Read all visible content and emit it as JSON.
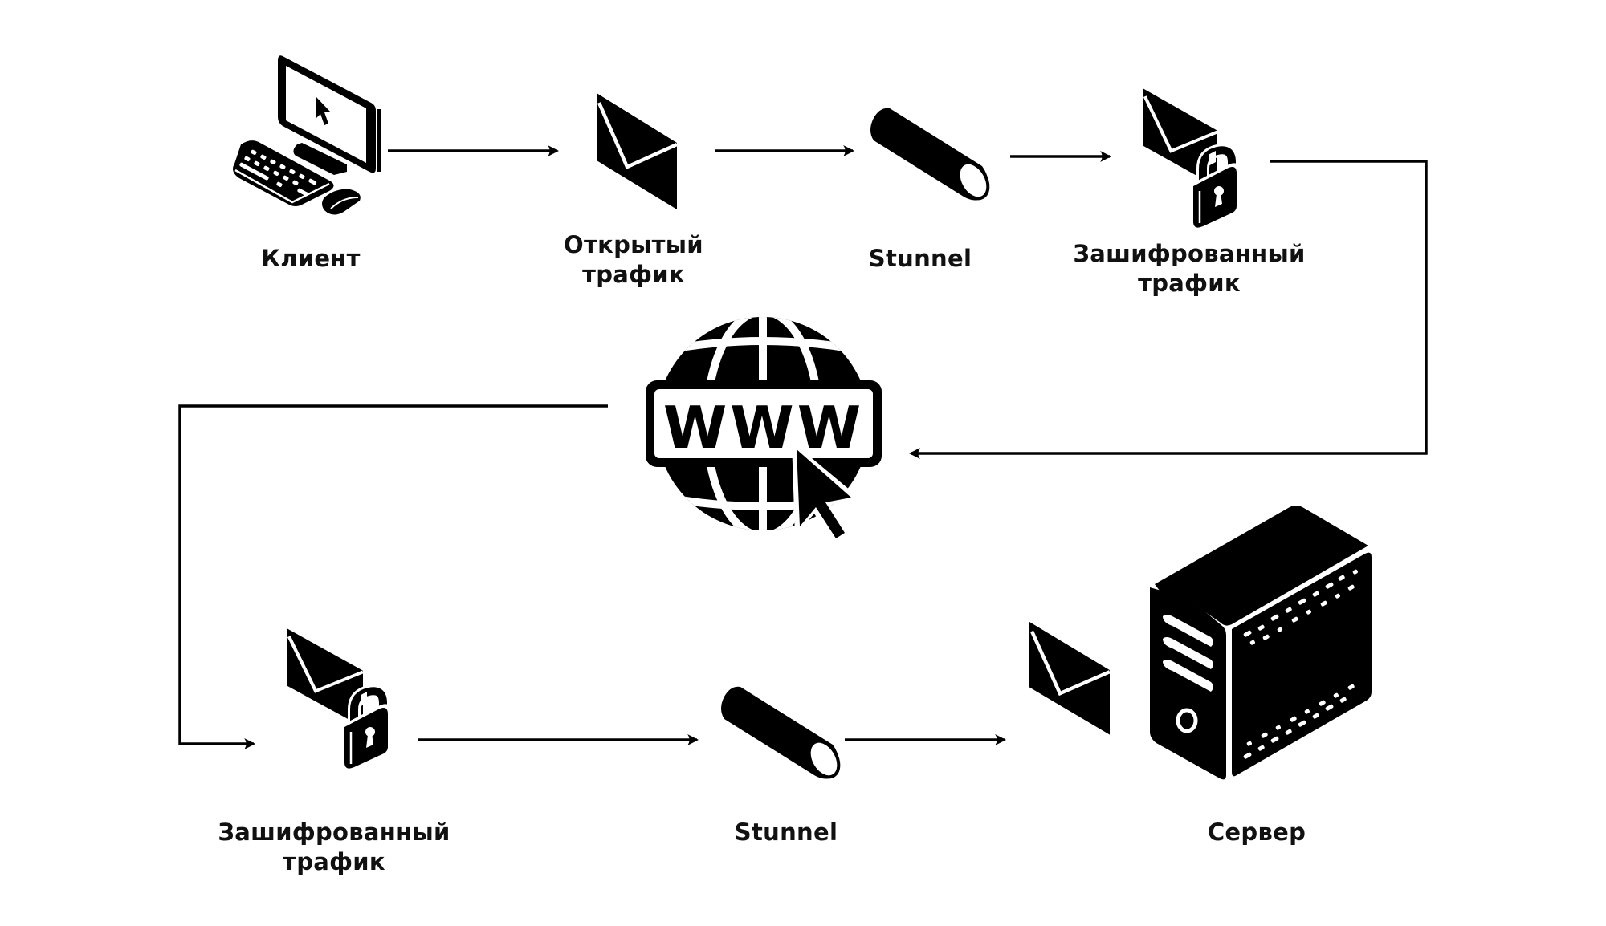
{
  "diagram": {
    "type": "network-flow",
    "colors": {
      "foreground": "#000000",
      "background": "#ffffff"
    },
    "nodes": [
      {
        "id": "client",
        "icon": "desktop-computer-icon",
        "label_lines": [
          "Клиент"
        ]
      },
      {
        "id": "open-traffic",
        "icon": "envelope-icon",
        "label_lines": [
          "Открытый",
          "трафик"
        ]
      },
      {
        "id": "stunnel-1",
        "icon": "tunnel-pipe-icon",
        "label_lines": [
          "Stunnel"
        ]
      },
      {
        "id": "encrypted-traffic-1",
        "icon": "locked-envelope-icon",
        "label_lines": [
          "Зашифрованный",
          "трафик"
        ]
      },
      {
        "id": "internet",
        "icon": "www-globe-icon",
        "label_lines": [],
        "icon_text": "WWW"
      },
      {
        "id": "encrypted-traffic-2",
        "icon": "locked-envelope-icon",
        "label_lines": [
          "Зашифрованный",
          "трафик"
        ]
      },
      {
        "id": "stunnel-2",
        "icon": "tunnel-pipe-icon",
        "label_lines": [
          "Stunnel"
        ]
      },
      {
        "id": "plain-envelope",
        "icon": "envelope-icon",
        "label_lines": []
      },
      {
        "id": "server",
        "icon": "server-tower-icon",
        "label_lines": [
          "Сервер"
        ]
      }
    ],
    "edges": [
      {
        "from": "client",
        "to": "open-traffic"
      },
      {
        "from": "open-traffic",
        "to": "stunnel-1"
      },
      {
        "from": "stunnel-1",
        "to": "encrypted-traffic-1"
      },
      {
        "from": "encrypted-traffic-1",
        "to": "internet"
      },
      {
        "from": "internet",
        "to": "encrypted-traffic-2"
      },
      {
        "from": "encrypted-traffic-2",
        "to": "stunnel-2"
      },
      {
        "from": "stunnel-2",
        "to": "plain-envelope"
      }
    ]
  },
  "labels": {
    "client": "Клиент",
    "open_traffic_1": "Открытый",
    "open_traffic_2": "трафик",
    "stunnel_top": "Stunnel",
    "encrypted_top_1": "Зашифрованный",
    "encrypted_top_2": "трафик",
    "www": "WWW",
    "encrypted_bottom_1": "Зашифрованный",
    "encrypted_bottom_2": "трафик",
    "stunnel_bottom": "Stunnel",
    "server": "Сервер"
  }
}
